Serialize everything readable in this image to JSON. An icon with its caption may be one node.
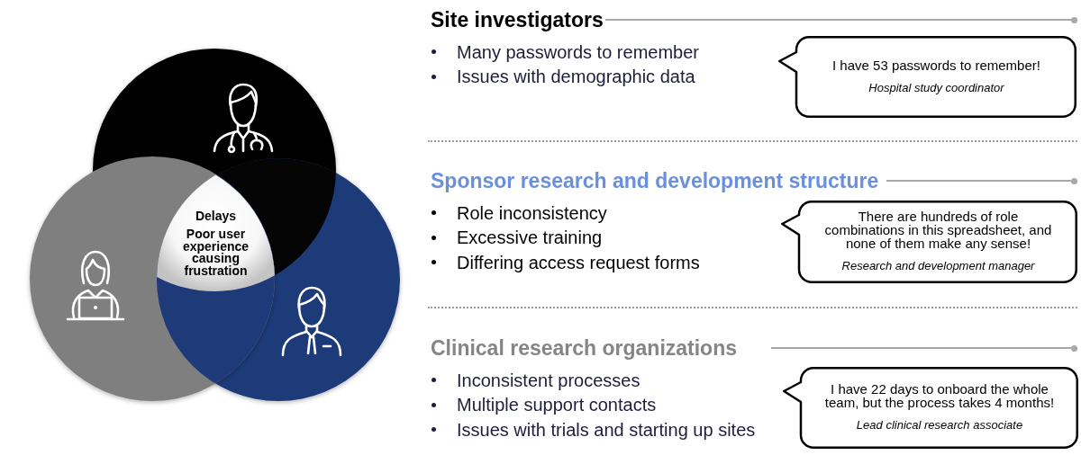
{
  "diagram": {
    "nodes": [
      {
        "text": [
          "Delays",
          "Poor user experience causing frustration"
        ]
      },
      {
        "text": [
          "I have 53 passwords to remember!",
          "Hospital study coordinator"
        ]
      },
      {
        "text": [
          "There are hundreds of role combinations in this spreadsheet, and none of them make any sense!",
          "Research and development manager"
        ]
      },
      {
        "text": [
          "I have 22 days to onboard the whole team, but the process takes 4 months!",
          "Lead clinical research associate"
        ]
      }
    ],
    "labels": [
      "Site investigators",
      "Many passwords to remember",
      "Issues with demographic data",
      "Sponsor research and development structure",
      "Role inconsistency",
      "Excessive training",
      "Differing access request forms",
      "Clinical research organizations",
      "Inconsistent processes",
      "Multiple support contacts",
      "Issues with trials and starting up sites"
    ]
  }
}
